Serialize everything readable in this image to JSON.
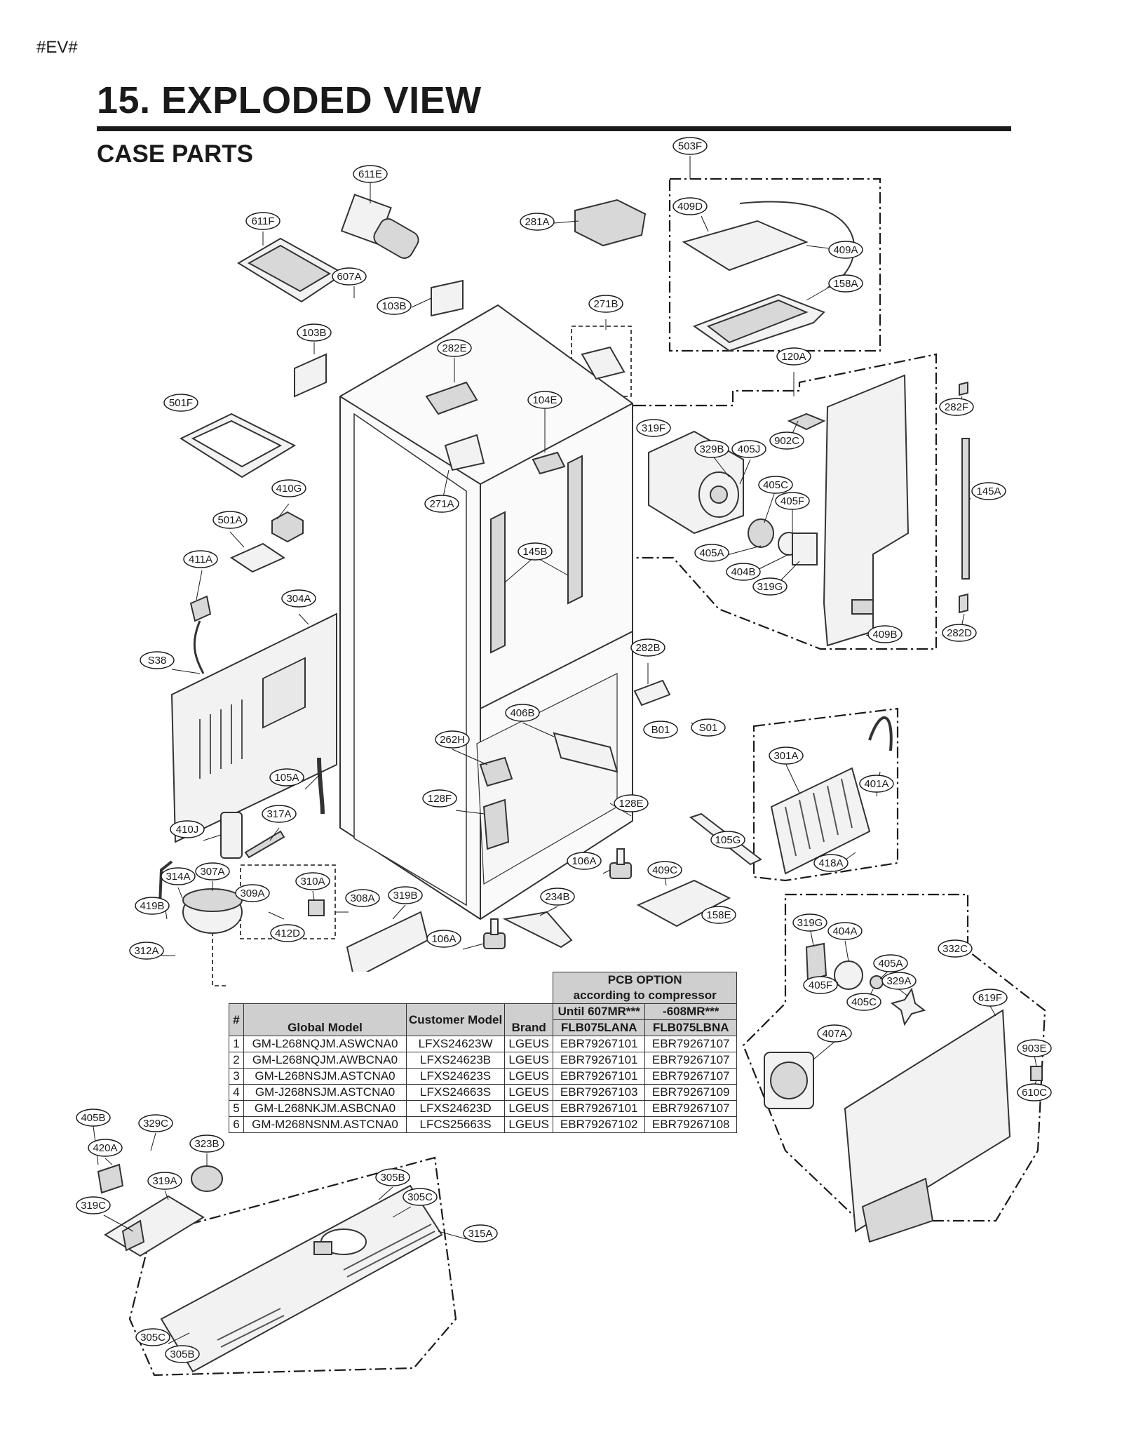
{
  "page": {
    "tag": "#EV#",
    "title": "15. EXPLODED VIEW",
    "subtitle": "CASE PARTS"
  },
  "labels": [
    "503F",
    "611E",
    "281A",
    "611F",
    "409D",
    "409A",
    "607A",
    "158A",
    "103B",
    "271B",
    "103B",
    "282E",
    "120A",
    "282F",
    "501F",
    "104E",
    "319F",
    "329B",
    "405J",
    "902C",
    "405C",
    "405F",
    "145A",
    "410G",
    "271A",
    "501A",
    "145B",
    "405A",
    "404B",
    "319G",
    "411A",
    "304A",
    "409B",
    "282D",
    "282B",
    "S38",
    "406B",
    "S01",
    "B01",
    "262H",
    "301A",
    "105A",
    "401A",
    "128F",
    "128E",
    "317A",
    "410J",
    "105G",
    "418A",
    "106A",
    "409C",
    "314A",
    "307A",
    "310A",
    "419B",
    "309A",
    "308A",
    "319B",
    "234B",
    "158E",
    "412D",
    "106A",
    "319G",
    "312A",
    "404A",
    "405A",
    "332C",
    "329A",
    "405F",
    "405C",
    "619F",
    "407A",
    "903E",
    "610C",
    "405B",
    "329C",
    "420A",
    "323B",
    "319A",
    "305B",
    "305C",
    "319C",
    "315A",
    "305C",
    "305B"
  ],
  "table": {
    "group_header": [
      "PCB OPTION",
      "according to compressor"
    ],
    "headers": [
      "#",
      "Global Model",
      "Customer Model",
      "Brand",
      "Until 607MR***",
      "-608MR***"
    ],
    "subheaders": [
      "FLB075LANA",
      "FLB075LBNA"
    ],
    "rows": [
      [
        "1",
        "GM-L268NQJM.ASWCNA0",
        "LFXS24623W",
        "LGEUS",
        "EBR79267101",
        "EBR79267107"
      ],
      [
        "2",
        "GM-L268NQJM.AWBCNA0",
        "LFXS24623B",
        "LGEUS",
        "EBR79267101",
        "EBR79267107"
      ],
      [
        "3",
        "GM-L268NSJM.ASTCNA0",
        "LFXS24623S",
        "LGEUS",
        "EBR79267101",
        "EBR79267107"
      ],
      [
        "4",
        "GM-J268NSJM.ASTCNA0",
        "LFXS24663S",
        "LGEUS",
        "EBR79267103",
        "EBR79267109"
      ],
      [
        "5",
        "GM-L268NKJM.ASBCNA0",
        "LFXS24623D",
        "LGEUS",
        "EBR79267101",
        "EBR79267107"
      ],
      [
        "6",
        "GM-M268NSNM.ASTCNA0",
        "LFCS25663S",
        "LGEUS",
        "EBR79267102",
        "EBR79267108"
      ]
    ]
  }
}
